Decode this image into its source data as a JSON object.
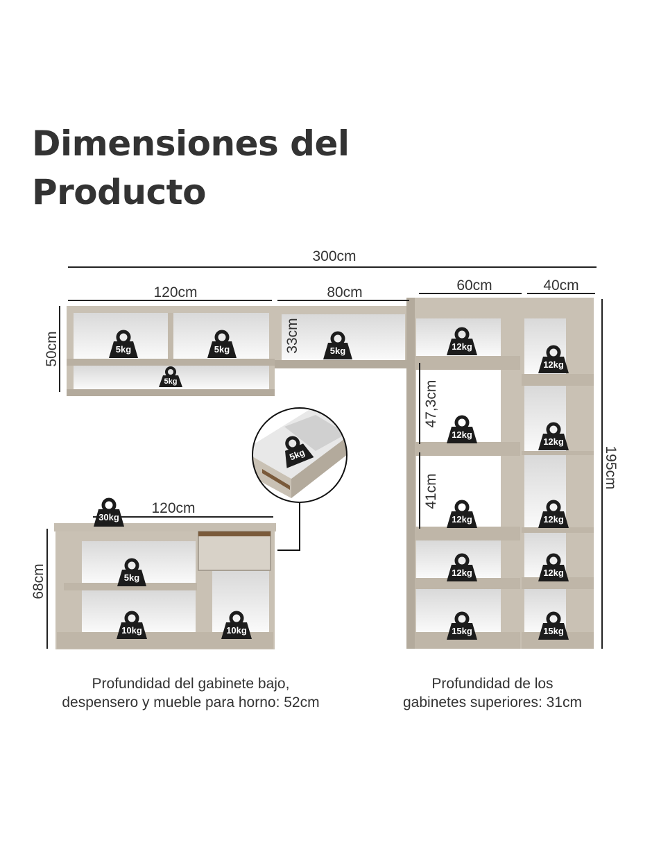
{
  "title": {
    "line1": "Dimensiones del",
    "line2": "Producto"
  },
  "dimensions": {
    "total_width": "300cm",
    "upper_left_width": "120cm",
    "upper_mid_width": "80cm",
    "pantry_width": "60cm",
    "tower_width": "40cm",
    "upper_height": "50cm",
    "upper_mid_height": "33cm",
    "pantry_top_gap": "47,3cm",
    "pantry_mid_gap": "41cm",
    "tall_height": "195cm",
    "lower_width": "120cm",
    "lower_height": "68cm"
  },
  "weights": {
    "upper_left_1": "5kg",
    "upper_left_2": "5kg",
    "upper_left_3": "5kg",
    "upper_mid": "5kg",
    "drawer_detail": "5kg",
    "countertop": "30kg",
    "lower_shelf": "5kg",
    "lower_bottom_left": "10kg",
    "lower_bottom_right": "10kg",
    "pantry_1": "12kg",
    "pantry_2": "12kg",
    "pantry_3": "12kg",
    "pantry_4": "12kg",
    "pantry_5": "15kg",
    "tower_1": "12kg",
    "tower_2": "12kg",
    "tower_3": "12kg",
    "tower_4": "12kg",
    "tower_5": "15kg"
  },
  "notes": {
    "left_line1": "Profundidad del gabinete bajo,",
    "left_line2": "despensero y mueble para horno: 52cm",
    "right_line1": "Profundidad de los",
    "right_line2": "gabinetes superiores: 31cm"
  },
  "colors": {
    "cabinet": "#c9c1b4",
    "cabinet_dark": "#b3aa9c",
    "interior": "#f2f2f2",
    "badge": "#1c1c1c",
    "dimension_line": "#222222"
  }
}
